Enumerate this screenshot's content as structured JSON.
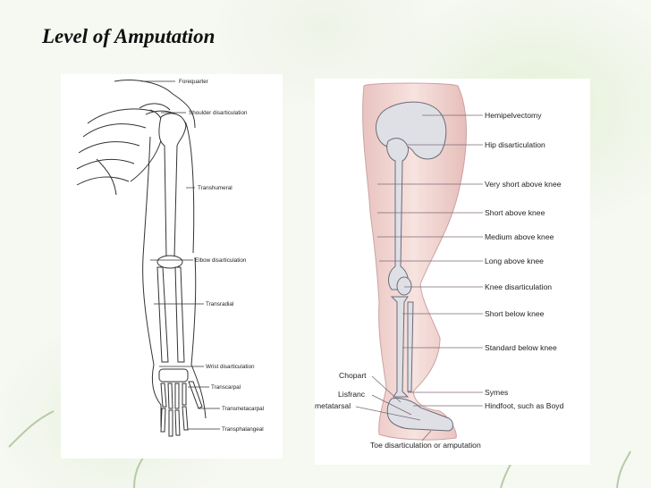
{
  "slide": {
    "title": "Level of Amputation"
  },
  "arm_labels": {
    "forequarter": "Forequarter",
    "shoulder": "Shoulder disarticulation",
    "transhumeral": "Transhumeral",
    "elbow": "Elbow disarticulation",
    "transradial": "Transradial",
    "wrist": "Wrist disarticulation",
    "transcarpal": "Transcarpal",
    "transmetacarpal": "Transmetacarpal",
    "transphalangeal": "Transphalangeal"
  },
  "leg_labels": {
    "hemipelvectomy": "Hemipelvectomy",
    "hip": "Hip disarticulation",
    "very_short_above": "Very short above knee",
    "short_above": "Short above knee",
    "medium_above": "Medium above knee",
    "long_above": "Long above knee",
    "knee": "Knee disarticulation",
    "short_below": "Short below knee",
    "standard_below": "Standard below knee",
    "symes": "Symes",
    "hindfoot": "Hindfoot, such as Boyd",
    "chopart": "Chopart",
    "lisfranc": "Lisfranc",
    "metatarsal": "metatarsal",
    "toe": "Toe disarticulation or amputation"
  }
}
